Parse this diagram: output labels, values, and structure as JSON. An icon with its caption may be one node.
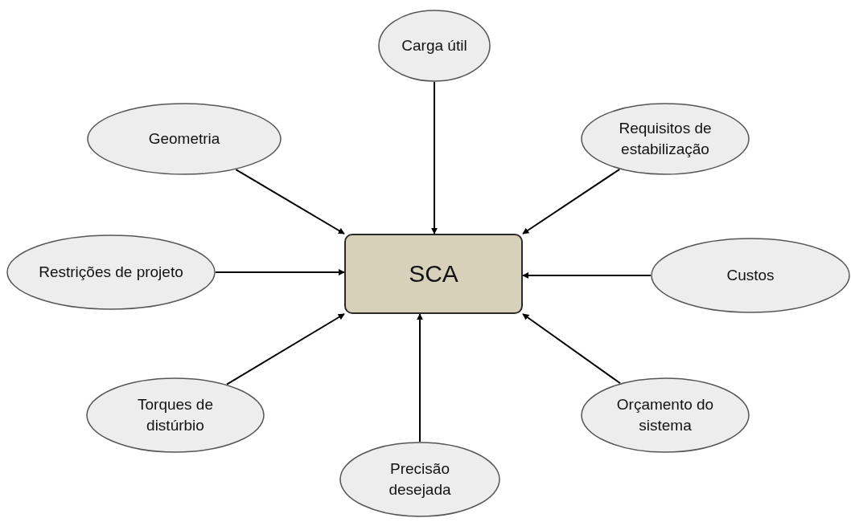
{
  "diagram": {
    "nodes": [
      {
        "text": [
          "SCA"
        ]
      },
      {
        "text": [
          "Carga útil"
        ]
      },
      {
        "text": [
          "Geometria"
        ]
      },
      {
        "text": [
          "Requisitos de estabilização"
        ]
      },
      {
        "text": [
          "Restrições de projeto"
        ]
      },
      {
        "text": [
          "Custos"
        ]
      },
      {
        "text": [
          "Torques de distúrbio"
        ]
      },
      {
        "text": [
          "Orçamento do sistema"
        ]
      },
      {
        "text": [
          "Precisão desejada"
        ]
      }
    ],
    "edges": [
      {
        "from": 1,
        "to": 0,
        "arrow": "to"
      },
      {
        "from": 2,
        "to": 0,
        "arrow": "to"
      },
      {
        "from": 3,
        "to": 0,
        "arrow": "to"
      },
      {
        "from": 4,
        "to": 0,
        "arrow": "to"
      },
      {
        "from": 5,
        "to": 0,
        "arrow": "to"
      },
      {
        "from": 6,
        "to": 0,
        "arrow": "to"
      },
      {
        "from": 7,
        "to": 0,
        "arrow": "to"
      },
      {
        "from": 8,
        "to": 0,
        "arrow": "to"
      }
    ]
  }
}
